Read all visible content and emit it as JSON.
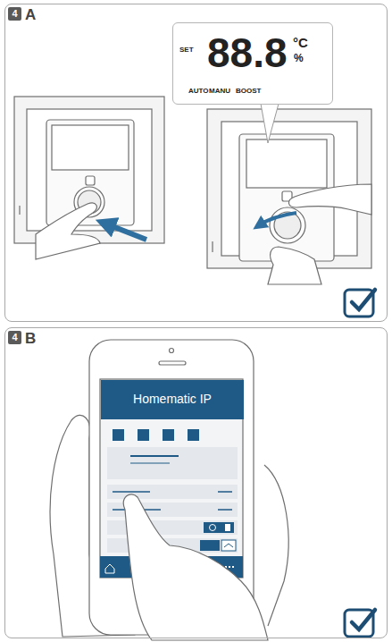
{
  "diagram": {
    "nodes": [
      {
        "text": [
          "A"
        ]
      },
      {
        "text": [
          "4"
        ],
        "in": 0
      },
      {
        "text": [
          "SET",
          "88.8",
          "°C",
          "%",
          "AUTO",
          "MANU",
          "BOOST"
        ],
        "in": 0
      },
      {
        "text": [
          "B"
        ]
      },
      {
        "text": [
          "4"
        ],
        "in": 3
      },
      {
        "text": [
          "Homematic IP"
        ],
        "in": 3
      }
    ]
  }
}
